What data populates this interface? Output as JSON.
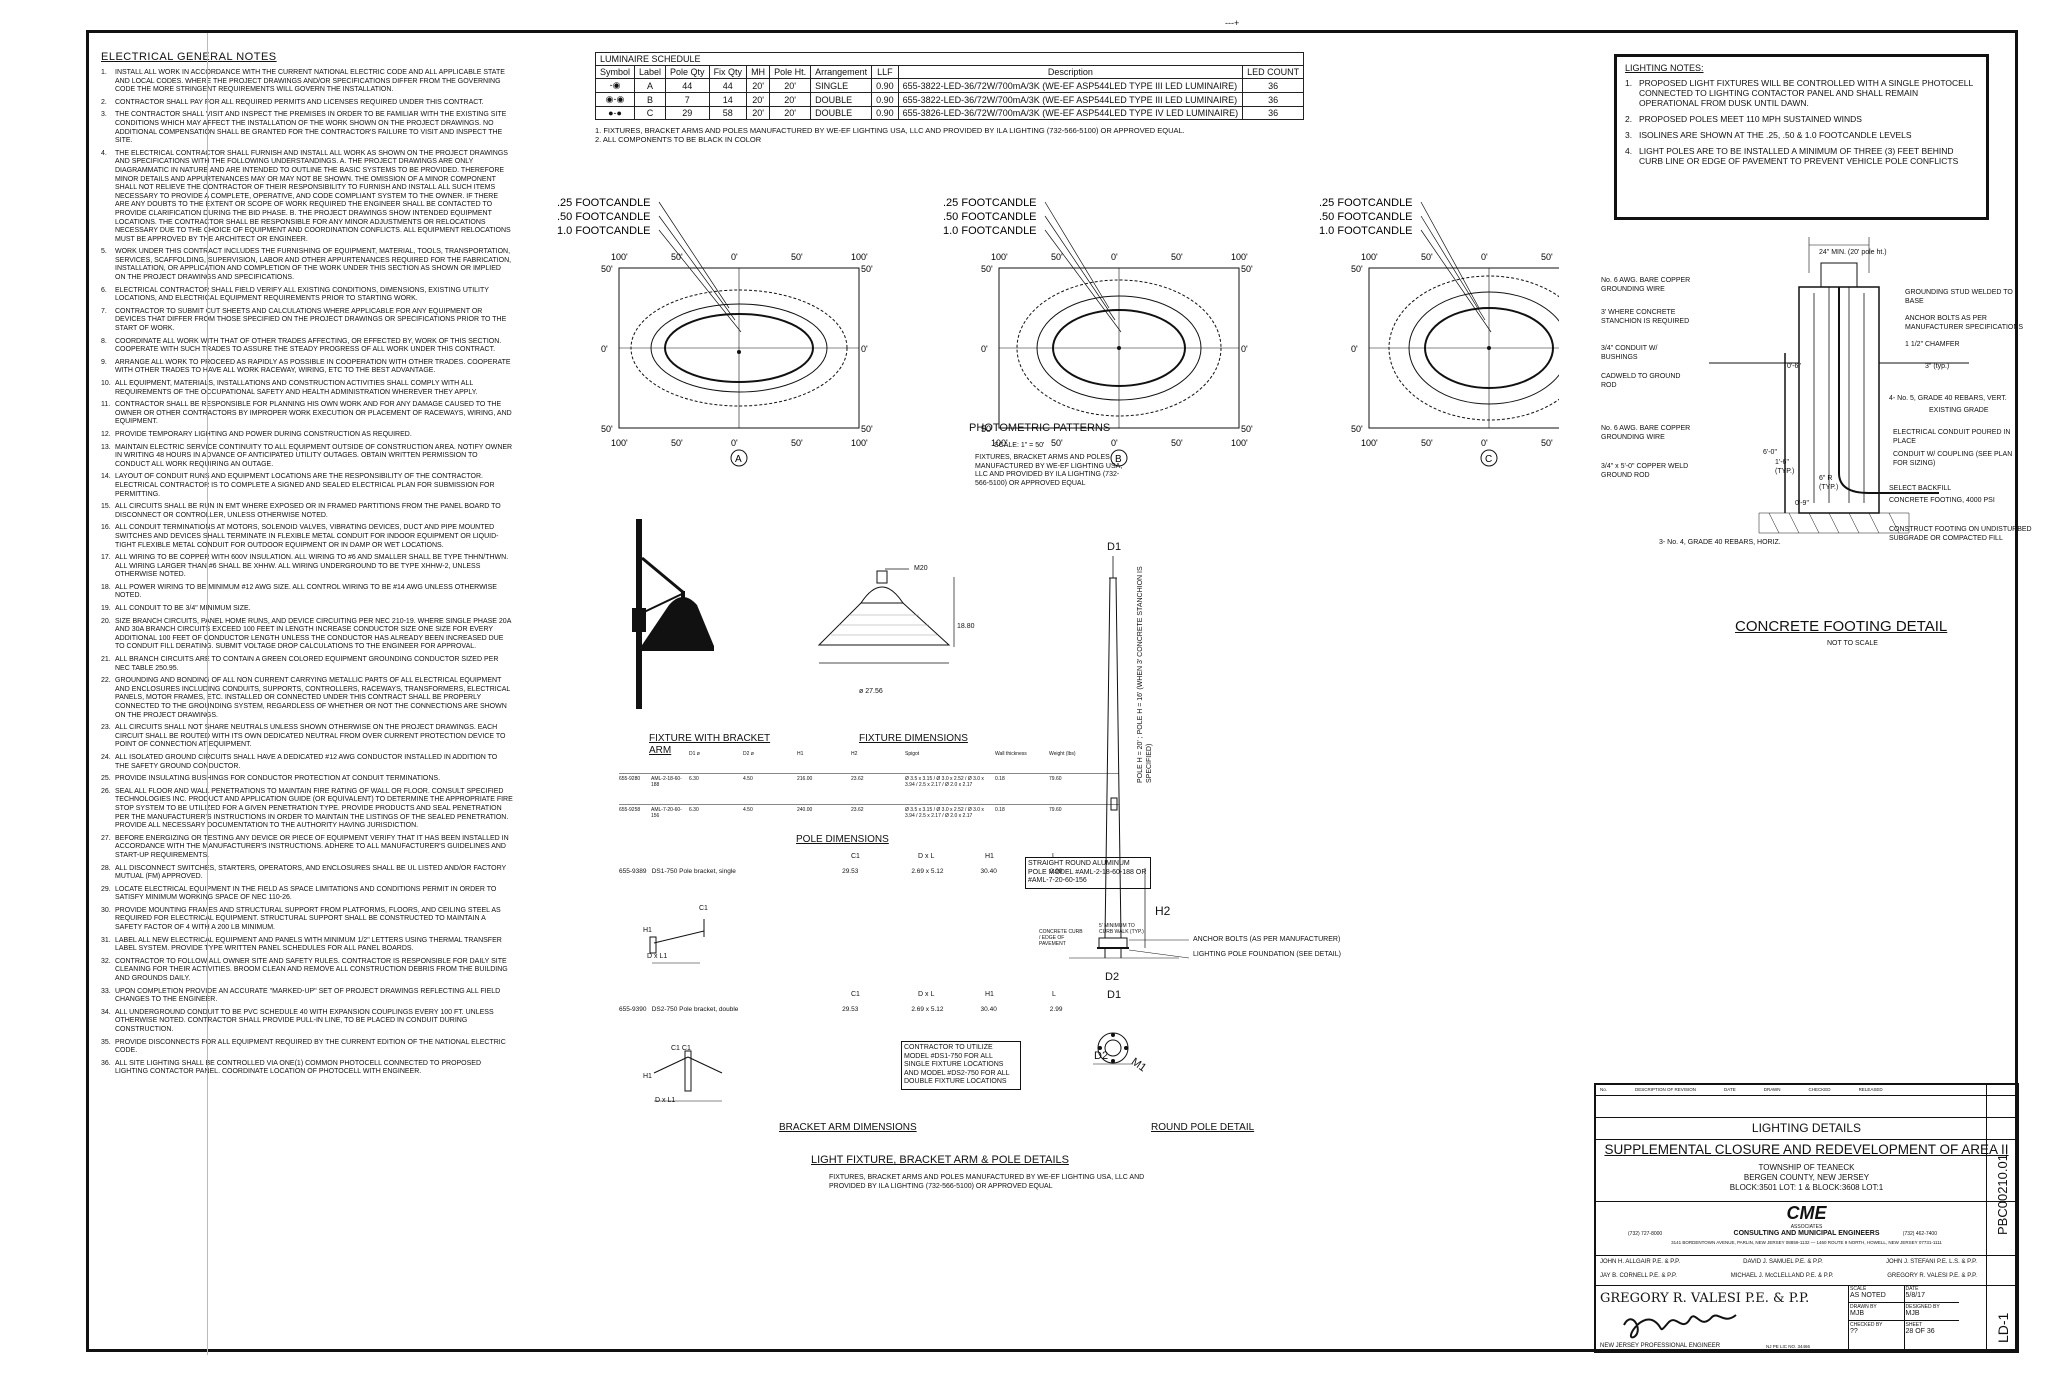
{
  "top_mark": "---+",
  "electrical_notes": {
    "title": "ELECTRICAL GENERAL NOTES",
    "items": [
      {
        "num": "1.",
        "text": "INSTALL ALL WORK IN ACCORDANCE WITH THE CURRENT NATIONAL ELECTRIC CODE AND ALL APPLICABLE STATE AND LOCAL CODES. WHERE THE PROJECT DRAWINGS AND/OR SPECIFICATIONS DIFFER FROM THE GOVERNING CODE THE MORE STRINGENT REQUIREMENTS WILL GOVERN THE INSTALLATION."
      },
      {
        "num": "2.",
        "text": "CONTRACTOR SHALL PAY FOR ALL REQUIRED PERMITS AND LICENSES REQUIRED UNDER THIS CONTRACT."
      },
      {
        "num": "3.",
        "text": "THE CONTRACTOR SHALL VISIT AND INSPECT THE PREMISES IN ORDER TO BE FAMILIAR WITH THE EXISTING SITE CONDITIONS WHICH MAY AFFECT THE INSTALLATION OF THE WORK SHOWN ON THE PROJECT DRAWINGS. NO ADDITIONAL COMPENSATION SHALL BE GRANTED FOR THE CONTRACTOR'S FAILURE TO VISIT AND INSPECT THE SITE."
      },
      {
        "num": "4.",
        "text": "THE ELECTRICAL CONTRACTOR SHALL FURNISH AND INSTALL ALL WORK AS SHOWN ON THE PROJECT DRAWINGS AND SPECIFICATIONS WITH THE FOLLOWING UNDERSTANDINGS. A. THE PROJECT DRAWINGS ARE ONLY DIAGRAMMATIC IN NATURE AND ARE INTENDED TO OUTLINE THE BASIC SYSTEMS TO BE PROVIDED. THEREFORE MINOR DETAILS AND APPURTENANCES MAY OR MAY NOT BE SHOWN. THE OMISSION OF A MINOR COMPONENT SHALL NOT RELIEVE THE CONTRACTOR OF THEIR RESPONSIBILITY TO FURNISH AND INSTALL ALL SUCH ITEMS NECESSARY TO PROVIDE A COMPLETE, OPERATIVE, AND CODE COMPLIANT SYSTEM TO THE OWNER. IF THERE ARE ANY DOUBTS TO THE EXTENT OR SCOPE OF WORK REQUIRED THE ENGINEER SHALL BE CONTACTED TO PROVIDE CLARIFICATION DURING THE BID PHASE. B. THE PROJECT DRAWINGS SHOW INTENDED EQUIPMENT LOCATIONS. THE CONTRACTOR SHALL BE RESPONSIBLE FOR ANY MINOR ADJUSTMENTS OR RELOCATIONS NECESSARY DUE TO THE CHOICE OF EQUIPMENT AND COORDINATION CONFLICTS. ALL EQUIPMENT RELOCATIONS MUST BE APPROVED BY THE ARCHITECT OR ENGINEER."
      },
      {
        "num": "5.",
        "text": "WORK UNDER THIS CONTRACT INCLUDES THE FURNISHING OF EQUIPMENT, MATERIAL, TOOLS, TRANSPORTATION, SERVICES, SCAFFOLDING, SUPERVISION, LABOR AND OTHER APPURTENANCES REQUIRED FOR THE FABRICATION, INSTALLATION, OR APPLICATION AND COMPLETION OF THE WORK UNDER THIS SECTION AS SHOWN OR IMPLIED ON THE PROJECT DRAWINGS AND SPECIFICATIONS."
      },
      {
        "num": "6.",
        "text": "ELECTRICAL CONTRACTOR SHALL FIELD VERIFY ALL EXISTING CONDITIONS, DIMENSIONS, EXISTING UTILITY LOCATIONS, AND ELECTRICAL EQUIPMENT REQUIREMENTS PRIOR TO STARTING WORK."
      },
      {
        "num": "7.",
        "text": "CONTRACTOR TO SUBMIT CUT SHEETS AND CALCULATIONS WHERE APPLICABLE FOR ANY EQUIPMENT OR DEVICES THAT DIFFER FROM THOSE SPECIFIED ON THE PROJECT DRAWINGS OR SPECIFICATIONS PRIOR TO THE START OF WORK."
      },
      {
        "num": "8.",
        "text": "COORDINATE ALL WORK WITH THAT OF OTHER TRADES AFFECTING, OR EFFECTED BY, WORK OF THIS SECTION. COOPERATE WITH SUCH TRADES TO ASSURE THE STEADY PROGRESS OF ALL WORK UNDER THIS CONTRACT."
      },
      {
        "num": "9.",
        "text": "ARRANGE ALL WORK TO PROCEED AS RAPIDLY AS POSSIBLE IN COOPERATION WITH OTHER TRADES. COOPERATE WITH OTHER TRADES TO HAVE ALL WORK RACEWAY, WIRING, ETC TO THE BEST ADVANTAGE."
      },
      {
        "num": "10.",
        "text": "ALL EQUIPMENT, MATERIALS, INSTALLATIONS AND CONSTRUCTION ACTIVITIES SHALL COMPLY WITH ALL REQUIREMENTS OF THE OCCUPATIONAL SAFETY AND HEALTH ADMINISTRATION WHEREVER THEY APPLY."
      },
      {
        "num": "11.",
        "text": "CONTRACTOR SHALL BE RESPONSIBLE FOR PLANNING HIS OWN WORK AND FOR ANY DAMAGE CAUSED TO THE OWNER OR OTHER CONTRACTORS BY IMPROPER WORK EXECUTION OR PLACEMENT OF RACEWAYS, WIRING, AND EQUIPMENT."
      },
      {
        "num": "12.",
        "text": "PROVIDE TEMPORARY LIGHTING AND POWER DURING CONSTRUCTION AS REQUIRED."
      },
      {
        "num": "13.",
        "text": "MAINTAIN ELECTRIC SERVICE CONTINUITY TO ALL EQUIPMENT OUTSIDE OF CONSTRUCTION AREA. NOTIFY OWNER IN WRITING 48 HOURS IN ADVANCE OF ANTICIPATED UTILITY OUTAGES. OBTAIN WRITTEN PERMISSION TO CONDUCT ALL WORK REQUIRING AN OUTAGE."
      },
      {
        "num": "14.",
        "text": "LAYOUT OF CONDUIT RUNS AND EQUIPMENT LOCATIONS ARE THE RESPONSIBILITY OF THE CONTRACTOR. ELECTRICAL CONTRACTOR IS TO COMPLETE A SIGNED AND SEALED ELECTRICAL PLAN FOR SUBMISSION FOR PERMITTING."
      },
      {
        "num": "15.",
        "text": "ALL CIRCUITS SHALL BE RUN IN EMT WHERE EXPOSED OR IN FRAMED PARTITIONS FROM THE PANEL BOARD TO DISCONNECT OR CONTROLLER, UNLESS OTHERWISE NOTED."
      },
      {
        "num": "16.",
        "text": "ALL CONDUIT TERMINATIONS AT MOTORS, SOLENOID VALVES, VIBRATING DEVICES, DUCT AND PIPE MOUNTED SWITCHES AND DEVICES SHALL TERMINATE IN FLEXIBLE METAL CONDUIT FOR INDOOR EQUIPMENT OR LIQUID-TIGHT FLEXIBLE METAL CONDUIT FOR OUTDOOR EQUIPMENT OR IN DAMP OR WET LOCATIONS."
      },
      {
        "num": "17.",
        "text": "ALL WIRING TO BE COPPER WITH 600V INSULATION. ALL WIRING TO #6 AND SMALLER SHALL BE TYPE THHN/THWN. ALL WIRING LARGER THAN #6 SHALL BE XHHW. ALL WIRING UNDERGROUND TO BE TYPE XHHW-2, UNLESS OTHERWISE NOTED."
      },
      {
        "num": "18.",
        "text": "ALL POWER WIRING TO BE MINIMUM #12 AWG SIZE. ALL CONTROL WIRING TO BE #14 AWG UNLESS OTHERWISE NOTED."
      },
      {
        "num": "19.",
        "text": "ALL CONDUIT TO BE 3/4\" MINIMUM SIZE."
      },
      {
        "num": "20.",
        "text": "SIZE BRANCH CIRCUITS, PANEL HOME RUNS, AND DEVICE CIRCUITING PER NEC 210-19. WHERE SINGLE PHASE 20A AND 30A BRANCH CIRCUITS EXCEED 100 FEET IN LENGTH INCREASE CONDUCTOR SIZE ONE SIZE FOR EVERY ADDITIONAL 100 FEET OF CONDUCTOR LENGTH UNLESS THE CONDUCTOR HAS ALREADY BEEN INCREASED DUE TO CONDUIT FILL DERATING. SUBMIT VOLTAGE DROP CALCULATIONS TO THE ENGINEER FOR APPROVAL."
      },
      {
        "num": "21.",
        "text": "ALL BRANCH CIRCUITS ARE TO CONTAIN A GREEN COLORED EQUIPMENT GROUNDING CONDUCTOR SIZED PER NEC TABLE 250.95."
      },
      {
        "num": "22.",
        "text": "GROUNDING AND BONDING OF ALL NON CURRENT CARRYING METALLIC PARTS OF ALL ELECTRICAL EQUIPMENT AND ENCLOSURES INCLUDING CONDUITS, SUPPORTS, CONTROLLERS, RACEWAYS, TRANSFORMERS, ELECTRICAL PANELS, MOTOR FRAMES, ETC. INSTALLED OR CONNECTED UNDER THIS CONTRACT SHALL BE PROPERLY CONNECTED TO THE GROUNDING SYSTEM, REGARDLESS OF WHETHER OR NOT THE CONNECTIONS ARE SHOWN ON THE PROJECT DRAWINGS."
      },
      {
        "num": "23.",
        "text": "ALL CIRCUITS SHALL NOT SHARE NEUTRALS UNLESS SHOWN OTHERWISE ON THE PROJECT DRAWINGS. EACH CIRCUIT SHALL BE ROUTED WITH ITS OWN DEDICATED NEUTRAL FROM OVER CURRENT PROTECTION DEVICE TO POINT OF CONNECTION AT EQUIPMENT."
      },
      {
        "num": "24.",
        "text": "ALL ISOLATED GROUND CIRCUITS SHALL HAVE A DEDICATED #12 AWG CONDUCTOR INSTALLED IN ADDITION TO THE SAFETY GROUND CONDUCTOR."
      },
      {
        "num": "25.",
        "text": "PROVIDE INSULATING BUSHINGS FOR CONDUCTOR PROTECTION AT CONDUIT TERMINATIONS."
      },
      {
        "num": "26.",
        "text": "SEAL ALL FLOOR AND WALL PENETRATIONS TO MAINTAIN FIRE RATING OF WALL OR FLOOR. CONSULT SPECIFIED TECHNOLOGIES INC. PRODUCT AND APPLICATION GUIDE (OR EQUIVALENT) TO DETERMINE THE APPROPRIATE FIRE STOP SYSTEM TO BE UTILIZED FOR A GIVEN PENETRATION TYPE. PROVIDE PRODUCTS AND SEAL PENETRATION PER THE MANUFACTURER'S INSTRUCTIONS IN ORDER TO MAINTAIN THE LISTINGS OF THE SEALED PENETRATION. PROVIDE ALL NECESSARY DOCUMENTATION TO THE AUTHORITY HAVING JURISDICTION."
      },
      {
        "num": "27.",
        "text": "BEFORE ENERGIZING OR TESTING ANY DEVICE OR PIECE OF EQUIPMENT VERIFY THAT IT HAS BEEN INSTALLED IN ACCORDANCE WITH THE MANUFACTURER'S INSTRUCTIONS. ADHERE TO ALL MANUFACTURER'S GUIDELINES AND START-UP REQUIREMENTS."
      },
      {
        "num": "28.",
        "text": "ALL DISCONNECT SWITCHES, STARTERS, OPERATORS, AND ENCLOSURES SHALL BE UL LISTED AND/OR FACTORY MUTUAL (FM) APPROVED."
      },
      {
        "num": "29.",
        "text": "LOCATE ELECTRICAL EQUIPMENT IN THE FIELD AS SPACE LIMITATIONS AND CONDITIONS PERMIT IN ORDER TO SATISFY MINIMUM WORKING SPACE OF NEC 110-26."
      },
      {
        "num": "30.",
        "text": "PROVIDE MOUNTING FRAMES AND STRUCTURAL SUPPORT FROM PLATFORMS, FLOORS, AND CEILING STEEL AS REQUIRED FOR ELECTRICAL EQUIPMENT. STRUCTURAL SUPPORT SHALL BE CONSTRUCTED TO MAINTAIN A SAFETY FACTOR OF 4 WITH A 200 LB MINIMUM."
      },
      {
        "num": "31.",
        "text": "LABEL ALL NEW ELECTRICAL EQUIPMENT AND PANELS WITH MINIMUM 1/2\" LETTERS USING THERMAL TRANSFER LABEL SYSTEM. PROVIDE TYPE WRITTEN PANEL SCHEDULES FOR ALL PANEL BOARDS."
      },
      {
        "num": "32.",
        "text": "CONTRACTOR TO FOLLOW ALL OWNER SITE AND SAFETY RULES. CONTRACTOR IS RESPONSIBLE FOR DAILY SITE CLEANING FOR THEIR ACTIVITIES. BROOM CLEAN AND REMOVE ALL CONSTRUCTION DEBRIS FROM THE BUILDING AND GROUNDS DAILY."
      },
      {
        "num": "33.",
        "text": "UPON COMPLETION PROVIDE AN ACCURATE \"MARKED-UP\" SET OF PROJECT DRAWINGS REFLECTING ALL FIELD CHANGES TO THE ENGINEER."
      },
      {
        "num": "34.",
        "text": "ALL UNDERGROUND CONDUIT TO BE PVC SCHEDULE 40 WITH EXPANSION COUPLINGS EVERY 100 FT. UNLESS OTHERWISE NOTED. CONTRACTOR SHALL PROVIDE PULL-IN LINE, TO BE PLACED IN CONDUIT DURING CONSTRUCTION."
      },
      {
        "num": "35.",
        "text": "PROVIDE DISCONNECTS FOR ALL EQUIPMENT REQUIRED BY THE CURRENT EDITION OF THE NATIONAL ELECTRIC CODE."
      },
      {
        "num": "36.",
        "text": "ALL SITE LIGHTING SHALL BE CONTROLLED VIA ONE(1) COMMON PHOTOCELL CONNECTED TO PROPOSED LIGHTING CONTACTOR PANEL. COORDINATE LOCATION OF PHOTOCELL WITH ENGINEER."
      }
    ]
  },
  "luminaire_schedule": {
    "title": "LUMINAIRE SCHEDULE",
    "headers": [
      "Symbol",
      "Label",
      "Pole Qty",
      "Fix Qty",
      "MH",
      "Pole Ht.",
      "Arrangement",
      "LLF",
      "Description",
      "LED COUNT"
    ],
    "rows": [
      {
        "symbol": "-◉",
        "label": "A",
        "pole_qty": "44",
        "fix_qty": "44",
        "mh": "20'",
        "pole_ht": "20'",
        "arrangement": "SINGLE",
        "llf": "0.90",
        "description": "655-3822-LED-36/72W/700mA/3K (WE-EF ASP544LED TYPE III LED LUMINAIRE)",
        "led_count": "36"
      },
      {
        "symbol": "◉-◉",
        "label": "B",
        "pole_qty": "7",
        "fix_qty": "14",
        "mh": "20'",
        "pole_ht": "20'",
        "arrangement": "DOUBLE",
        "llf": "0.90",
        "description": "655-3822-LED-36/72W/700mA/3K (WE-EF ASP544LED TYPE III LED LUMINAIRE)",
        "led_count": "36"
      },
      {
        "symbol": "●-●",
        "label": "C",
        "pole_qty": "29",
        "fix_qty": "58",
        "mh": "20'",
        "pole_ht": "20'",
        "arrangement": "DOUBLE",
        "llf": "0.90",
        "description": "655-3826-LED-36/72W/700mA/3K (WE-EF ASP544LED TYPE IV LED LUMINAIRE)",
        "led_count": "36"
      }
    ],
    "notes": [
      "1. FIXTURES, BRACKET ARMS AND POLES MANUFACTURED BY WE-EF LIGHTING USA, LLC AND PROVIDED BY ILA LIGHTING (732-566-5100) OR APPROVED EQUAL.",
      "2. ALL COMPONENTS TO BE BLACK IN COLOR"
    ]
  },
  "lighting_notes": {
    "title": "LIGHTING NOTES:",
    "items": [
      {
        "num": "1.",
        "text": "PROPOSED LIGHT FIXTURES WILL BE CONTROLLED WITH A SINGLE PHOTOCELL CONNECTED TO LIGHTING CONTACTOR PANEL AND SHALL REMAIN OPERATIONAL FROM DUSK UNTIL DAWN."
      },
      {
        "num": "2.",
        "text": "PROPOSED POLES MEET 110 MPH SUSTAINED WINDS"
      },
      {
        "num": "3.",
        "text": "ISOLINES ARE SHOWN AT THE .25, .50 & 1.0 FOOTCANDLE LEVELS"
      },
      {
        "num": "4.",
        "text": "LIGHT POLES ARE TO BE INSTALLED A MINIMUM OF THREE (3) FEET BEHIND CURB LINE OR EDGE OF PAVEMENT TO PREVENT VEHICLE POLE CONFLICTS"
      }
    ]
  },
  "photometric": {
    "iso_labels": [
      ".25 FOOTCANDLE",
      ".50 FOOTCANDLE",
      "1.0 FOOTCANDLE"
    ],
    "axis_top": [
      "100'",
      "50'",
      "0'",
      "50'",
      "100'"
    ],
    "axis_bottom": [
      "100'",
      "50'",
      "0'",
      "50'",
      "100'"
    ],
    "axis_side": [
      "50'",
      "0'",
      "50'"
    ],
    "patterns": [
      "A",
      "B",
      "C"
    ],
    "title": "PHOTOMETRIC PATTERNS",
    "scale": "SCALE: 1\" = 50'",
    "note": "FIXTURES, BRACKET ARMS AND POLES MANUFACTURED BY WE-EF LIGHTING USA, LLC AND PROVIDED BY ILA LIGHTING (732-566-5100) OR APPROVED EQUAL"
  },
  "fixture": {
    "bracket_title": "FIXTURE WITH BRACKET ARM",
    "dims_title": "FIXTURE DIMENSIONS",
    "m20": "M20",
    "height": "18.80",
    "dia": "ø 27.56",
    "pole_dims_title": "POLE DIMENSIONS",
    "bracket_arm_title": "BRACKET ARM DIMENSIONS",
    "spec_headers": [
      "D1 ø",
      "D2 ø",
      "H1",
      "H2",
      "Spigot",
      "Wall thickness",
      "Weight (lbs)"
    ],
    "spec_rows": [
      {
        "code": "655-9280",
        "model": "AML-2-18-60-188",
        "d1": "6.30",
        "d2": "4.50",
        "h1": "216.00",
        "h2": "23.62",
        "spigot": "Ø 3.5 x 3.15 / Ø 3.0 x 2.52 / Ø 3.0 x 3.94 / 2.5 x 2.17 / Ø 2.0 x 2.17",
        "wall": "0.18",
        "weight": "79.60"
      },
      {
        "code": "655-9258",
        "model": "AML-7-20-60-156",
        "d1": "6.30",
        "d2": "4.50",
        "h1": "240.00",
        "h2": "23.62",
        "spigot": "Ø 3.5 x 3.15 / Ø 3.0 x 2.52 / Ø 3.0 x 3.94 / 2.5 x 2.17 / Ø 2.0 x 2.17",
        "wall": "0.18",
        "weight": "79.60"
      }
    ],
    "bracket_headers": [
      "C1",
      "D x L",
      "H1",
      "L"
    ],
    "bracket_rows": [
      {
        "code": "655-9389",
        "desc": "DS1-750 Pole bracket, single",
        "c1": "29.53",
        "dxl": "2.69 x 5.12",
        "h1": "30.40",
        "l": "2.99"
      },
      {
        "code": "655-9390",
        "desc": "DS2-750 Pole bracket, double",
        "c1": "29.53",
        "dxl": "2.69 x 5.12",
        "h1": "30.40",
        "l": "2.99"
      }
    ],
    "single_labels": {
      "c1": "C1",
      "h1": "H1",
      "dxl": "D x L1"
    },
    "double_labels": {
      "c1": "C1  C1",
      "h1": "H1",
      "dxl": "D x L1"
    },
    "contractor_note": "CONTRACTOR TO UTILIZE MODEL #DS1-750 FOR ALL SINGLE FIXTURE LOCATIONS AND MODEL #DS2-750 FOR ALL DOUBLE FIXTURE LOCATIONS",
    "section_title": "LIGHT FIXTURE, BRACKET ARM & POLE DETAILS",
    "section_note": "FIXTURES, BRACKET ARMS AND POLES MANUFACTURED BY WE-EF LIGHTING USA, LLC AND PROVIDED BY ILA LIGHTING (732-566-5100) OR APPROVED EQUAL"
  },
  "round_pole": {
    "d1": "D1",
    "d2": "D2",
    "m1": "M1",
    "h2": "H2",
    "pole_label": "POLE H = 20' ; POLE H = 16' (WHEN 3' CONCRETE STANCHION IS SPECIFIED)",
    "model": "STRAIGHT ROUND ALUMINUM POLE MODEL #AML-2-18-60-188 OR #AML-7-20-60-156",
    "min_walk": "5' MINIMUM TO CURB WALK (TYP.)",
    "concrete": "CONCRETE CURB / EDGE OF PAVEMENT",
    "anchor": "ANCHOR BOLTS (AS PER MANUFACTURER)",
    "foundation": "LIGHTING POLE FOUNDATION (SEE DETAIL)",
    "title": "ROUND POLE DETAIL"
  },
  "footing": {
    "top_dim": "24\" MIN. (20' pole ht.)",
    "labels_left": [
      "No. 6 AWG. BARE COPPER GROUNDING WIRE",
      "3' WHERE CONCRETE STANCHION IS REQUIRED",
      "3/4\" CONDUIT W/ BUSHINGS",
      "CADWELD TO GROUND ROD",
      "No. 6 AWG. BARE COPPER GROUNDING WIRE",
      "3/4\" x 5'-0\" COPPER WELD GROUND ROD",
      "3- No. 4, GRADE 40 REBARS, HORIZ."
    ],
    "labels_right": [
      "GROUNDING STUD WELDED TO BASE",
      "ANCHOR BOLTS AS PER MANUFACTURER SPECIFICATIONS",
      "1 1/2\" CHAMFER",
      "3\" (typ.)",
      "4- No. 5, GRADE 40 REBARS, VERT.",
      "EXISTING GRADE",
      "ELECTRICAL CONDUIT POURED IN PLACE",
      "CONDUIT W/ COUPLING (SEE PLAN FOR SIZING)",
      "SELECT BACKFILL",
      "CONCRETE FOOTING, 4000 PSI",
      "CONSTRUCT FOOTING ON UNDISTURBED SUBGRADE OR COMPACTED FILL"
    ],
    "dims": [
      "0'-6\"",
      "6'-0\"",
      "1'-6\" (TYP.)",
      "6\" R (TYP.)",
      "0'-9\""
    ],
    "title": "CONCRETE FOOTING DETAIL",
    "subtitle": "NOT TO SCALE"
  },
  "title_block": {
    "rev_headers": [
      "No.",
      "DESCRIPTION OF REVISION",
      "DATE",
      "DRAWN",
      "CHECKED",
      "RELEASED"
    ],
    "sheet_title": "LIGHTING DETAILS",
    "project": "SUPPLEMENTAL CLOSURE AND REDEVELOPMENT OF AREA II",
    "township": "TOWNSHIP OF TEANECK",
    "county": "BERGEN COUNTY, NEW JERSEY",
    "block": "BLOCK:3501 LOT: 1 & BLOCK:3608 LOT:1",
    "firm_logo": "CME",
    "firm_sub": "ASSOCIATES",
    "firm_name": "CONSULTING AND MUNICIPAL ENGINEERS",
    "phone_left": "(732) 727-8000",
    "phone_right": "(732) 462-7400",
    "address": "3141 BORDENTOWN AVENUE, PARLIN, NEW JERSEY 08859-1132 — 1460 ROUTE 9 NORTH, HOWELL, NEW JERSEY 07731-1111",
    "engineers": [
      [
        "JOHN H. ALLGAIR P.E. & P.P.",
        "DAVID J. SAMUEL P.E. & P.P.",
        "JOHN J. STEFANI P.E. L.S. & P.P."
      ],
      [
        "JAY B. CORNELL P.E. & P.P.",
        "MICHAEL J. McCLELLAND P.E. & P.P.",
        "GREGORY R. VALESI P.E. & P.P."
      ]
    ],
    "stamp_name": "GREGORY R. VALESI P.E. & P.P.",
    "stamp_title": "NEW JERSEY PROFESSIONAL ENGINEER",
    "license": "NJ PE LIC NO. 34466",
    "scale_label": "SCALE",
    "scale": "AS NOTED",
    "date_label": "DATE",
    "date": "5/8/17",
    "drawn_label": "DRAWN BY",
    "drawn": "MJB",
    "designed_label": "DESIGNED BY",
    "designed": "MJB",
    "checked_label": "CHECKED BY",
    "checked": "??",
    "sheet_label": "SHEET",
    "sheet": "28 OF 36",
    "job": "PBC00210.01",
    "drawing_no": "LD-1"
  }
}
